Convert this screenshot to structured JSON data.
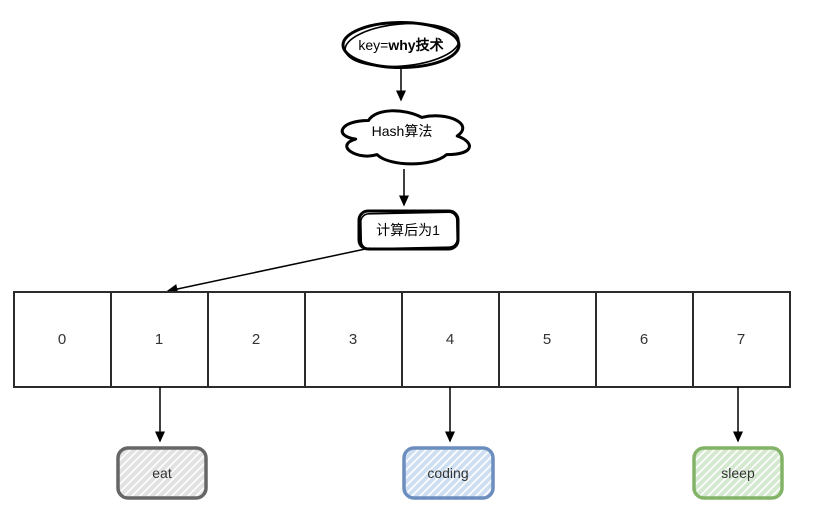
{
  "nodes": {
    "key": {
      "prefix": "key=",
      "bold": "why技术",
      "suffix": ""
    },
    "hash": {
      "label": "Hash算法"
    },
    "result": {
      "label": "计算后为1"
    }
  },
  "array": {
    "cells": [
      "0",
      "1",
      "2",
      "3",
      "4",
      "5",
      "6",
      "7"
    ]
  },
  "buckets": [
    {
      "label": "eat",
      "border_color": "#666666",
      "hatch_color": "#e2e2e2"
    },
    {
      "label": "coding",
      "border_color": "#6c8ebf",
      "hatch_color": "#cfdff2"
    },
    {
      "label": "sleep",
      "border_color": "#82b366",
      "hatch_color": "#d5e8d0"
    }
  ],
  "colors": {
    "stroke": "#000000",
    "background": "#ffffff",
    "array_stroke": "#2b2b2b",
    "text": "#333333"
  }
}
